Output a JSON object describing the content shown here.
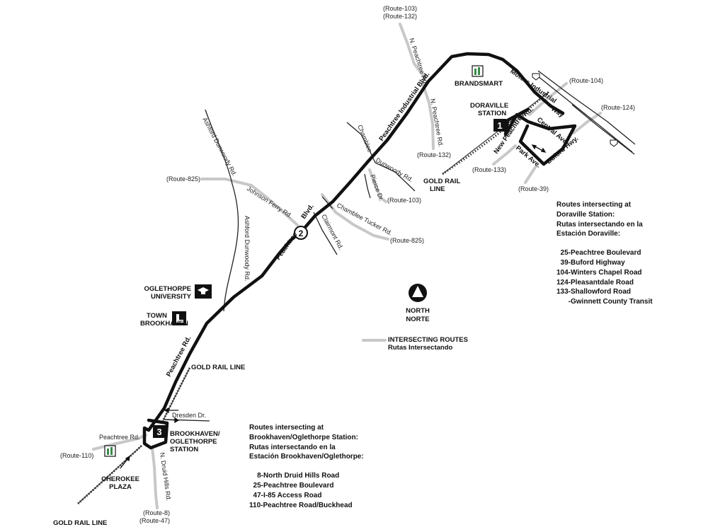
{
  "stops": [
    {
      "number": "1",
      "name": "DORAVILLE\nSTATION"
    },
    {
      "number": "2",
      "name": ""
    },
    {
      "number": "3",
      "name": "BROOKHAVEN/\nOGLETHORPE\nSTATION"
    }
  ],
  "streets": {
    "peachtree_industrial": "Peachtree Industrial Blvd.",
    "peachtree_blvd_a": "Peachtree",
    "peachtree_blvd_b": "Blvd.",
    "peachtree_rd_main": "Peachtree Rd.",
    "peachtree_rd_west": "Peachtree Rd.",
    "n_peachtree_top": "N. Peachtree Rd.",
    "n_peachtree_mid": "N. Peachtree Rd.",
    "new_peachtree_a": "New Peachtree",
    "new_peachtree_b": "Rd.",
    "motors_industrial_a": "Motors Industrial",
    "motors_industrial_b": "Way",
    "central_ave": "Central Ave.",
    "park_ave": "Park Ave.",
    "buford_hwy": "Buford Hwy.",
    "chamblee": "Chamblee",
    "dunwoody_rd": "Dunwoody Rd.",
    "pierce_dr": "Pierce Dr.",
    "chamblee_tucker": "Chamblee Tucker Rd.",
    "clairmont_rd": "Clairmont Rd.",
    "johnson_ferry": "Johnson Ferry Rd.",
    "ashford_dunwoody_top": "Ashford Dunwoody Rd.",
    "ashford_dunwoody_bottom": "Ashford Dunwoody Rd.",
    "dresden_dr": "Dresden Dr.",
    "n_druid_hills": "N. Druid Hills Rd."
  },
  "route_tags": {
    "r103_132_top_a": "(Route-103)",
    "r103_132_top_b": "(Route-132)",
    "r104": "(Route-104)",
    "r124": "(Route-124)",
    "r132": "(Route-132)",
    "r133": "(Route-133)",
    "r39": "(Route-39)",
    "r825_west": "(Route-825)",
    "r103_mid": "(Route-103)",
    "r825_east": "(Route-825)",
    "r110": "(Route-110)",
    "r8": "(Route-8)",
    "r47": "(Route-47)"
  },
  "landmarks": {
    "brandsmart": "BRANDSMART",
    "oglethorpe_a": "OGLETHORPE",
    "oglethorpe_b": "UNIVERSITY",
    "town_a": "TOWN",
    "town_b": "BROOKHAVEN",
    "cherokee_a": "CHEROKEE",
    "cherokee_b": "PLAZA",
    "gold_rail_north_a": "GOLD RAIL",
    "gold_rail_north_b": "LINE",
    "gold_rail_mid": "GOLD RAIL LINE",
    "gold_rail_bottom": "GOLD RAIL LINE"
  },
  "north": {
    "line1": "NORTH",
    "line2": "NORTE"
  },
  "legend": {
    "line1": "INTERSECTING ROUTES",
    "line2": "Rutas Intersectando"
  },
  "doraville_box": {
    "title": [
      "Routes intersecting at",
      "Doraville Station:",
      "Rutas intersectando en la",
      "Estación Doraville:"
    ],
    "routes": [
      "  25-Peachtree Boulevard",
      "  39-Buford Highway",
      "104-Winters Chapel Road",
      "124-Pleasantdale Road",
      "133-Shallowford Road",
      "      -Gwinnett County Transit"
    ]
  },
  "brookhaven_box": {
    "title": [
      "Routes intersecting at",
      "Brookhaven/Oglethorpe Station:",
      "Rutas intersectando en la",
      "Estación Brookhaven/Oglethorpe:"
    ],
    "routes": [
      "    8-North Druid Hills Road",
      "  25-Peachtree Boulevard",
      "  47-I-85 Access Road",
      "110-Peachtree Road/Buckhead"
    ]
  },
  "colors": {
    "route": "#111111",
    "intersecting": "#c8c8c8",
    "minor_road": "#222222",
    "rail": "#333333",
    "icon_green": "#3a8a4a"
  }
}
